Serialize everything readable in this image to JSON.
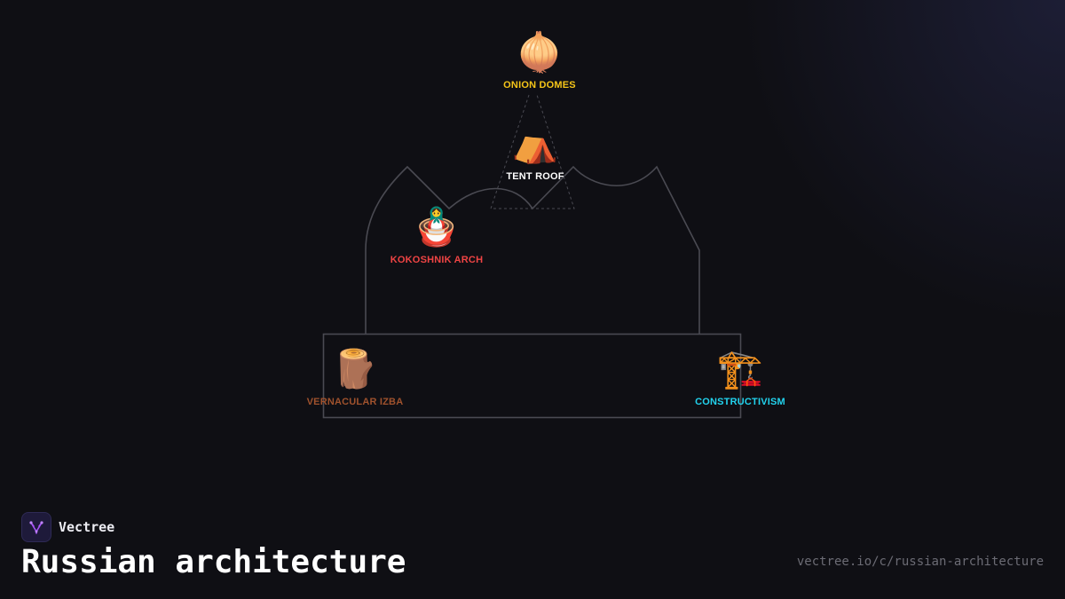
{
  "diagram": {
    "nodes": [
      {
        "id": "onion",
        "label": "ONION DOMES",
        "icon": "🧅",
        "icon_name": "onion-icon",
        "color": "#f5c518"
      },
      {
        "id": "tent",
        "label": "TENT ROOF",
        "icon": "⛺",
        "icon_name": "tent-icon",
        "color": "#ffffff"
      },
      {
        "id": "kokoshnik",
        "label": "KOKOSHNIK ARCH",
        "icon": "🪆",
        "icon_name": "nesting-doll-icon",
        "color": "#ef4444"
      },
      {
        "id": "izba",
        "label": "VERNACULAR IZBA",
        "icon": "🪵",
        "icon_name": "wood-log-icon",
        "color": "#a0522d"
      },
      {
        "id": "constructivism",
        "label": "CONSTRUCTIVISM",
        "icon": "🏗️",
        "icon_name": "construction-crane-icon",
        "color": "#22d3ee"
      }
    ],
    "outline_color": "#4a4a52"
  },
  "brand": {
    "name": "Vectree",
    "accent": "#a855f7"
  },
  "title": "Russian architecture",
  "url": {
    "text": "vectree.io/c/russian-architecture",
    "color": "#6b6b74"
  }
}
